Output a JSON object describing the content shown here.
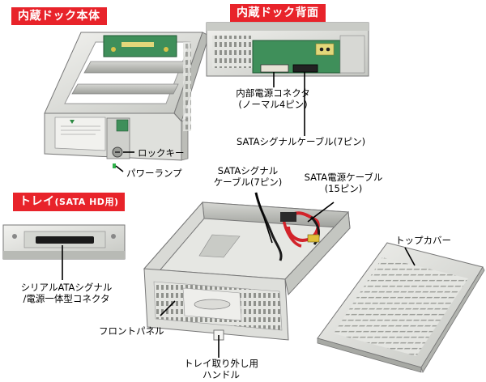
{
  "titles": {
    "dock_body": "内蔵ドック本体",
    "dock_back": "内蔵ドック背面",
    "tray": "トレイ",
    "tray_sub": "(SATA HD用)"
  },
  "labels": {
    "lock_key": "ロックキー",
    "power_lamp": "パワーランプ",
    "internal_power_connector_l1": "内部電源コネクタ",
    "internal_power_connector_l2": "(ノーマル4ピン)",
    "sata_signal_cable_back": "SATAシグナルケーブル(7ピン)",
    "sata_signal_cable_tray_l1": "SATAシグナル",
    "sata_signal_cable_tray_l2": "ケーブル(7ピン)",
    "sata_power_cable_l1": "SATA電源ケーブル",
    "sata_power_cable_l2": "(15ピン)",
    "top_cover": "トップカバー",
    "serial_ata_connector_l1": "シリアルATAシグナル",
    "serial_ata_connector_l2": "/電源一体型コネクタ",
    "front_panel": "フロントパネル",
    "tray_handle_l1": "トレイ取り外し用",
    "tray_handle_l2": "ハンドル"
  },
  "colors": {
    "title_bg": "#e8232a",
    "metal": "#d9dad6",
    "metal_dark": "#a7a9a4",
    "pcb_green": "#3f8f5a",
    "cable_red": "#d2232a",
    "cable_black": "#1a1a1a"
  }
}
